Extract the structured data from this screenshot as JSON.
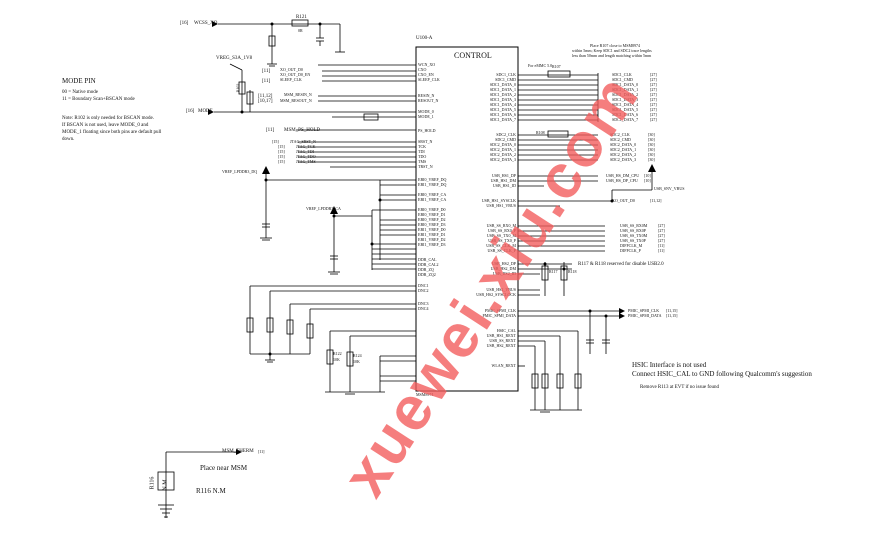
{
  "colors": {
    "wire": "#000000",
    "watermark": "#f25a5a",
    "background": "#ffffff"
  },
  "ic": {
    "title": "CONTROL",
    "refdes": "U100-A",
    "part": "MSM8974"
  },
  "notes": {
    "mode_title": "MODE PIN",
    "mode_lines": [
      "00 = Native mode",
      "11 = Boundary Scan+BSCAN mode"
    ],
    "bscan_note": [
      "Note: R102 is only needed for BSCAN mode.",
      "If BSCAN is not used, leave MODE_0 and",
      "MODE_1 floating since both pins are default pull",
      "down."
    ],
    "placement_note": [
      "Place R107 close to MSM8974",
      "within 5mm; Keep SDC1 and SDC2 trace lengths",
      "less than 50mm and length matching within 5mm"
    ],
    "emmc": "For eMMC 5.0",
    "usb_note": "R117 & R118 reserved for disable USB2.0",
    "hsic_lines": [
      "HSIC Interface is not used",
      "Connect HSIC_CAL to GND following Qualcomm's suggestion"
    ],
    "remove_note": "Remove R113 at EVT if no issue found",
    "place_near": "Place near MSM",
    "r116": "R116 N.M"
  },
  "left_nets": {
    "wcss": "WCSS_XO",
    "vreg": "VREG_S3A_1V8",
    "mode": "MODE",
    "fs_hold": "MSM_PS_HOLD",
    "vref": "VREF_LPDDR3_DQ",
    "vref_ca": "VREF_LPDDR3_CA",
    "therm": "MSM_THERM",
    "ps_hold": "MSM_PS_HOLD",
    "refs_a": [
      "[11]",
      "[11]"
    ],
    "refs_b": [
      "[11,12]",
      "[10,17]"
    ],
    "ref_wcss": "[16]",
    "ref_mode": "[16]",
    "jtag_refs": [
      "[15]",
      "[15]",
      "[15]",
      "[15]",
      "[15]"
    ],
    "jtag": [
      "JTAG_SRST_N",
      "JTAG_TCK",
      "JTAG_TDI",
      "JTAG_TDO",
      "JTAG_TMS"
    ]
  },
  "left_pins": [
    "WCN_XO",
    "CXO",
    "CXO_EN",
    "SLEEP_CLK",
    "RESIN_N",
    "RESOUT_N",
    "MODE_0",
    "MODE_1",
    "PS_HOLD",
    "SRST_N",
    "TCK",
    "TDI",
    "TDO",
    "TMS",
    "TRST_N",
    "EBI0_VREF_DQ",
    "EBI1_VREF_DQ",
    "EBI0_VREF_CA",
    "EBI1_VREF_CA",
    "EBI0_VREF_D0",
    "EBI0_VREF_D1",
    "EBI0_VREF_D2",
    "EBI0_VREF_D3",
    "EBI1_VREF_D0",
    "EBI1_VREF_D1",
    "EBI1_VREF_D2",
    "EBI1_VREF_D3",
    "DDR_CAL",
    "DDR_CAL2",
    "DDR_ZQ",
    "DDR_ZQ2",
    "DNC1",
    "DNC2",
    "DNC3",
    "DNC4"
  ],
  "left_wires": [
    "XO_OUT_D0",
    "XO_OUT_D0_EN",
    "SLEEP_CLK",
    "MSM_RESIN_N",
    "MSM_RESOUT_N"
  ],
  "right_pins": [
    "SDC1_CLK",
    "SDC1_CMD",
    "SDC1_DATA_0",
    "SDC1_DATA_1",
    "SDC1_DATA_2",
    "SDC1_DATA_3",
    "SDC1_DATA_4",
    "SDC1_DATA_5",
    "SDC1_DATA_6",
    "SDC1_DATA_7",
    "SDC2_CLK",
    "SDC2_CMD",
    "SDC2_DATA_0",
    "SDC2_DATA_1",
    "SDC2_DATA_2",
    "SDC2_DATA_3",
    "USB_HS1_DP",
    "USB_HS1_DM",
    "USB_HS1_ID",
    "USB_HS1_SYSCLK",
    "USB_HS1_VBUS",
    "USB_SS_RX0_M",
    "USB_SS_RX0_P",
    "USB_SS_TX0_M",
    "USB_SS_TX0_P",
    "USB_SS_CLK_M",
    "USB_SS_CLK_P",
    "USB_HS2_DP",
    "USB_HS2_DM",
    "USB_HS2_ID",
    "USB_HS2_VBUS",
    "USB_HS2_SYSCLOCK",
    "PMIC_SPMI_CLK",
    "PMIC_SPMI_DATA",
    "HSIC_CAL",
    "USB_HS1_REXT",
    "USB_SS_REXT",
    "USB_HS2_REXT",
    "WLAN_REXT"
  ],
  "right_labels": [
    "SDC1_CLK",
    "SDC1_CMD",
    "SDC1_DATA_0",
    "SDC1_DATA_1",
    "SDC1_DATA_2",
    "SDC1_DATA_3",
    "SDC1_DATA_4",
    "SDC1_DATA_5",
    "SDC1_DATA_6",
    "SDC1_DATA_7",
    "SDC2_CLK",
    "SDC2_CMD",
    "SDC2_DATA_0",
    "SDC2_DATA_1",
    "SDC2_DATA_2",
    "SDC2_DATA_3",
    "USB_HS_DM_CPU",
    "USB_HS_DP_CPU",
    "USB_SS_RX0M",
    "USB_SS_RX0P",
    "USB_SS_TX0M",
    "USB_SS_TX0P",
    "DIFFCLK_M",
    "DIFFCLK_P",
    "PMIC_SPMI_CLK",
    "PMIC_SPMI_DATA",
    "XO_OUT_D0",
    "USB_SNV_VBUS"
  ],
  "right_refs": [
    "[27]",
    "[27]",
    "[27]",
    "[27]",
    "[27]",
    "[27]",
    "[27]",
    "[27]",
    "[27]",
    "[27]",
    "[30]",
    "[30]",
    "[30]",
    "[30]",
    "[30]",
    "[30]",
    "[10]",
    "[10]",
    "[27]",
    "[27]",
    "[27]",
    "[27]",
    "[11]",
    "[11]",
    "[11,15]",
    "[11,15]",
    "[11,12]"
  ],
  "resistors": {
    "r121": "R121",
    "r121v": "0R",
    "r102": "R102",
    "r102v": "10K",
    "r116": "R116",
    "r116v": "N.M",
    "r122": "R122",
    "r122v": "10K",
    "r124": "R124",
    "r124v": "10K",
    "r117": "R117",
    "r118": "R118",
    "r107": "R107",
    "r108": "R108"
  },
  "watermark": "xuewei.xiu.com"
}
